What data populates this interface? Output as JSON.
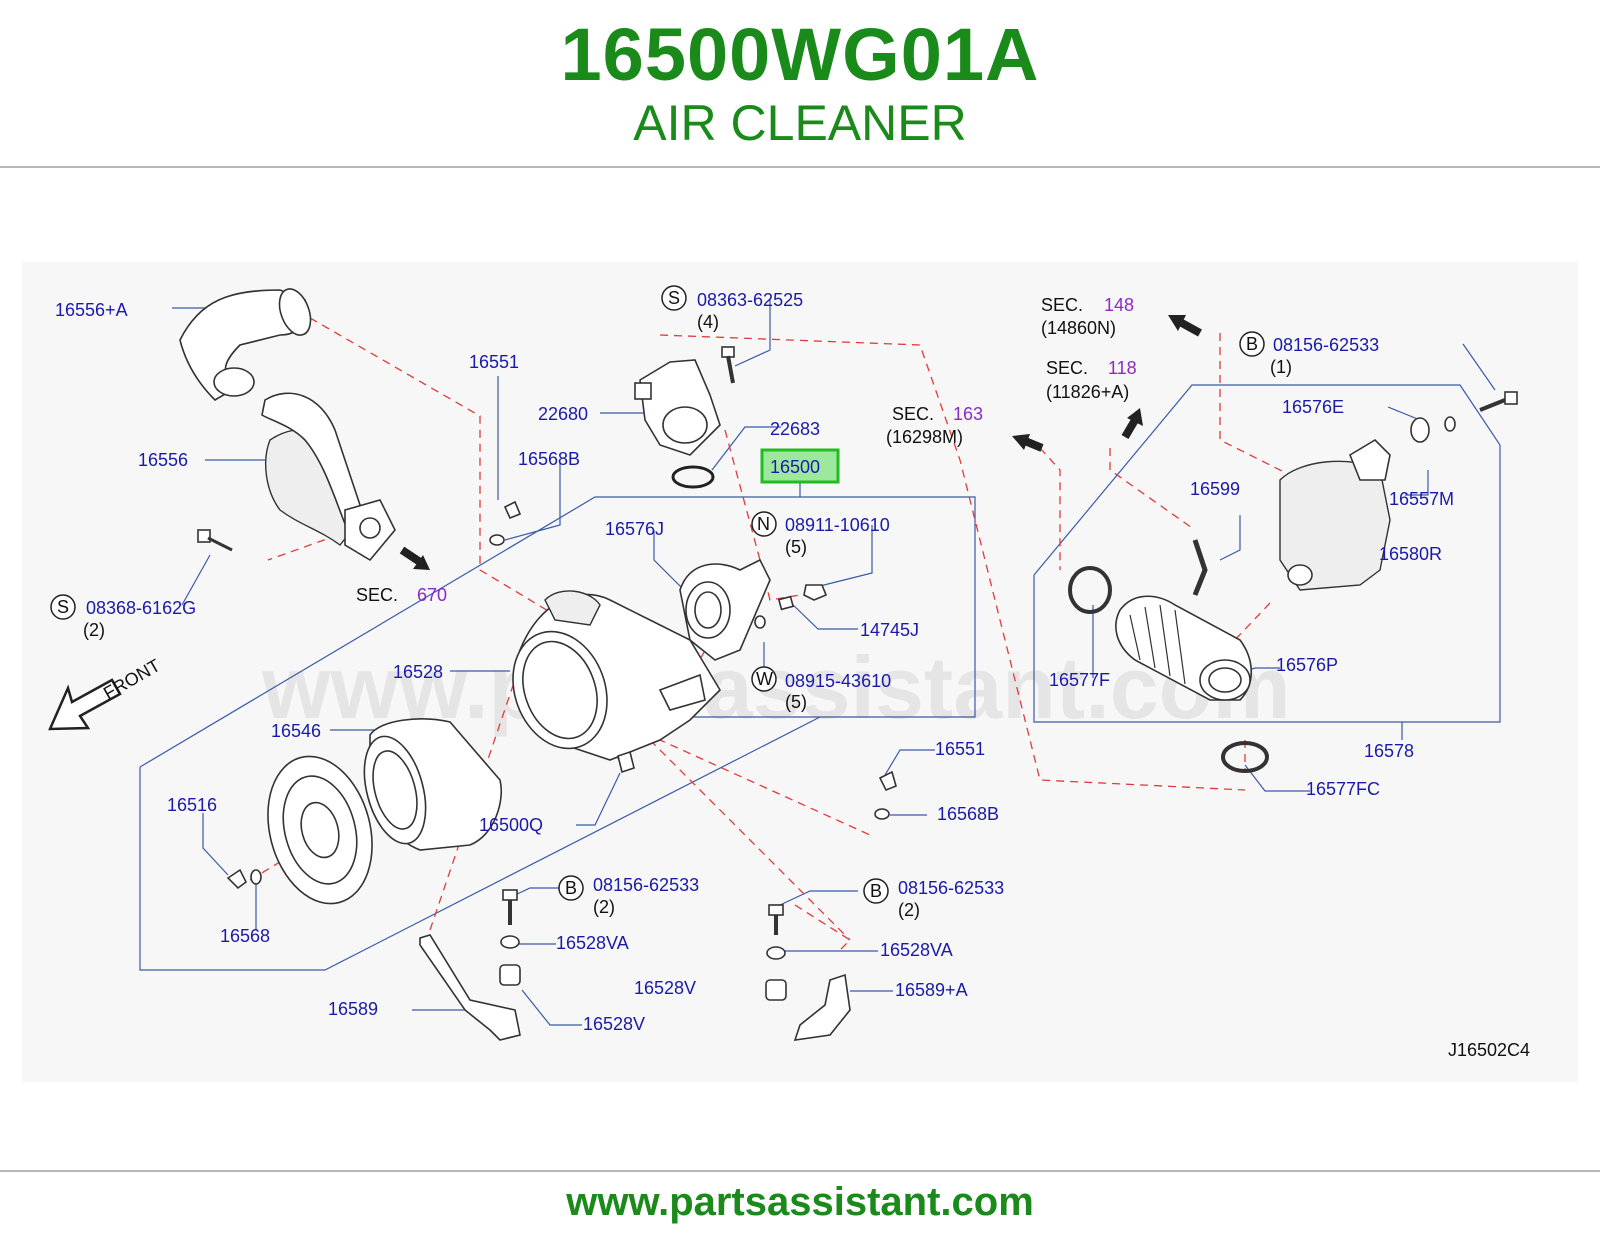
{
  "header": {
    "part_number": "16500WG01A",
    "part_name": "AIR CLEANER"
  },
  "footer": {
    "url": "www.partsassistant.com"
  },
  "watermark": "www.partsassistant.com",
  "diagram_code": "J16502C4",
  "front_label": "FRONT",
  "highlight_part": "16500",
  "colors": {
    "brand_green": "#1a8a1a",
    "label_blue": "#1a1aaa",
    "section_purple": "#8a2ac8",
    "leader_blue": "#3a5aa8",
    "dash_red": "#e23a3a",
    "highlight": "#22bb22"
  },
  "labels": {
    "p16556A": "16556+A",
    "p16556": "16556",
    "p16551a": "16551",
    "p16568Ba": "16568B",
    "s08368": "08368-6162G",
    "s08368_qty": "(2)",
    "s08368_badge": "S",
    "sec670": "SEC.",
    "sec670_num": "670",
    "s08363": "08363-62525",
    "s08363_qty": "(4)",
    "s08363_badge": "S",
    "p22680": "22680",
    "p22683": "22683",
    "p16500": "16500",
    "p16576J": "16576J",
    "n08911": "08911-10610",
    "n08911_qty": "(5)",
    "n08911_badge": "N",
    "p14745J": "14745J",
    "w08915": "08915-43610",
    "w08915_qty": "(5)",
    "w08915_badge": "W",
    "p16528": "16528",
    "p16546": "16546",
    "p16516": "16516",
    "p16568": "16568",
    "p16500Q": "16500Q",
    "p16551b": "16551",
    "p16568Bb": "16568B",
    "b08156a": "08156-62533",
    "b08156a_qty": "(2)",
    "b08156a_badge": "B",
    "p16528VAa": "16528VA",
    "p16528Va": "16528V",
    "p16589": "16589",
    "b08156b": "08156-62533",
    "b08156b_qty": "(2)",
    "b08156b_badge": "B",
    "p16528VAb": "16528VA",
    "p16528Vb": "16528V",
    "p16589A": "16589+A",
    "sec148": "SEC.",
    "sec148_num": "148",
    "sec148_ref": "(14860N)",
    "sec118": "SEC.",
    "sec118_num": "118",
    "sec118_ref": "(11826+A)",
    "sec163": "SEC.",
    "sec163_num": "163",
    "sec163_ref": "(16298M)",
    "b08156c": "08156-62533",
    "b08156c_qty": "(1)",
    "b08156c_badge": "B",
    "p16576E": "16576E",
    "p16599": "16599",
    "p16557M": "16557M",
    "p16580R": "16580R",
    "p16577F": "16577F",
    "p16576P": "16576P",
    "p16578": "16578",
    "p16577FC": "16577FC"
  }
}
